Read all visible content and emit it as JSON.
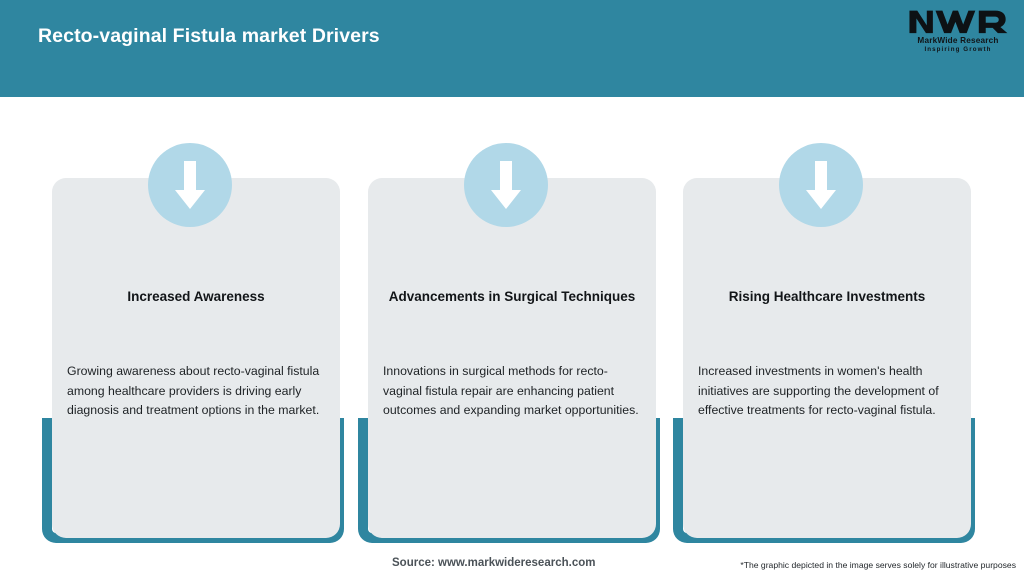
{
  "header": {
    "title": "Recto-vaginal Fistula market Drivers",
    "background_color": "#2f86a0",
    "title_color": "#ffffff"
  },
  "logo": {
    "mark": "MWR",
    "name": "MarkWide Research",
    "tagline": "Inspiring Growth"
  },
  "theme": {
    "accent_teal": "#2f86a0",
    "card_grey": "#e7eaec",
    "badge_blue": "#b1d8e8",
    "arrow_white": "#ffffff",
    "page_background": "#ffffff"
  },
  "cards": [
    {
      "icon": "down-arrow-icon",
      "title": "Increased Awareness",
      "body": "Growing awareness about recto-vaginal fistula among healthcare providers is driving early diagnosis and treatment options in the market."
    },
    {
      "icon": "down-arrow-icon",
      "title": "Advancements in Surgical Techniques",
      "body": "Innovations in surgical methods for recto-vaginal fistula repair are enhancing patient outcomes and expanding market opportunities."
    },
    {
      "icon": "down-arrow-icon",
      "title": "Rising Healthcare Investments",
      "body": "Increased investments in women's health initiatives are supporting the development of effective treatments for recto-vaginal fistula."
    }
  ],
  "footer": {
    "source": "Source: www.markwideresearch.com",
    "disclaimer": "*The graphic depicted in the image serves solely for illustrative purposes"
  }
}
